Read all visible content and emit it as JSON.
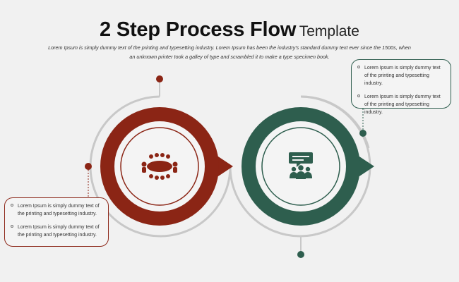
{
  "title": {
    "main": "2 Step Process Flow",
    "sub": "Template"
  },
  "description": [
    "Lorem Ipsum is simply dummy text of the printing and typesetting industry. Lorem Ipsum has been the industry's standard dummy text ever since the 1500s, when",
    "an unknown printer took a galley of type and scrambled it to make a type specimen book."
  ],
  "colors": {
    "red": "#8b2515",
    "green": "#2e5e4e",
    "ring": "#c8c8c8",
    "background": "#f1f1f1"
  },
  "steps": [
    {
      "id": "step-1",
      "icon": "meeting-table-icon",
      "color": "#8b2515"
    },
    {
      "id": "step-2",
      "icon": "presentation-audience-icon",
      "color": "#2e5e4e"
    }
  ],
  "box_right": {
    "items": [
      "Lorem Ipsum is simply dummy text of the printing and typesetting industry.",
      "Lorem Ipsum is simply dummy text of the printing and typesetting industry."
    ]
  },
  "box_left": {
    "items": [
      "Lorem Ipsum is simply dummy text of the printing and typesetting industry.",
      "Lorem Ipsum is simply dummy text of the printing and typesetting industry."
    ]
  }
}
